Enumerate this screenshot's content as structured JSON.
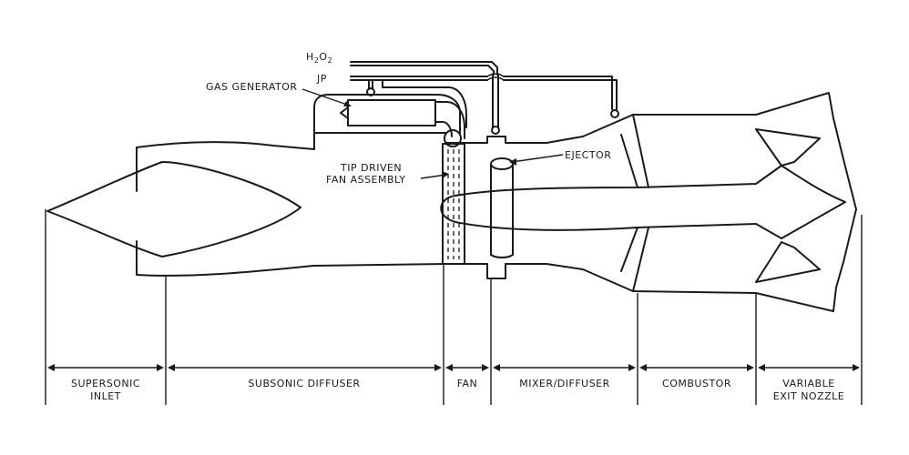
{
  "labels": {
    "h2o2_h": "H",
    "h2o2_sub1": "2",
    "h2o2_o": "O",
    "h2o2_sub2": "2",
    "jp": "JP",
    "gas_generator": "GAS GENERATOR",
    "tip_driven_line1": "TIP DRIVEN",
    "tip_driven_line2": "FAN ASSEMBLY",
    "ejector": "EJECTOR"
  },
  "sections": [
    {
      "id": "supersonic-inlet",
      "line1": "SUPERSONIC",
      "line2": "INLET"
    },
    {
      "id": "subsonic-diffuser",
      "line1": "SUBSONIC DIFFUSER",
      "line2": ""
    },
    {
      "id": "fan",
      "line1": "FAN",
      "line2": ""
    },
    {
      "id": "mixer-diffuser",
      "line1": "MIXER/DIFFUSER",
      "line2": ""
    },
    {
      "id": "combustor",
      "line1": "COMBUSTOR",
      "line2": ""
    },
    {
      "id": "variable-exit-nozzle",
      "line1": "VARIABLE",
      "line2": "EXIT NOZZLE"
    }
  ]
}
